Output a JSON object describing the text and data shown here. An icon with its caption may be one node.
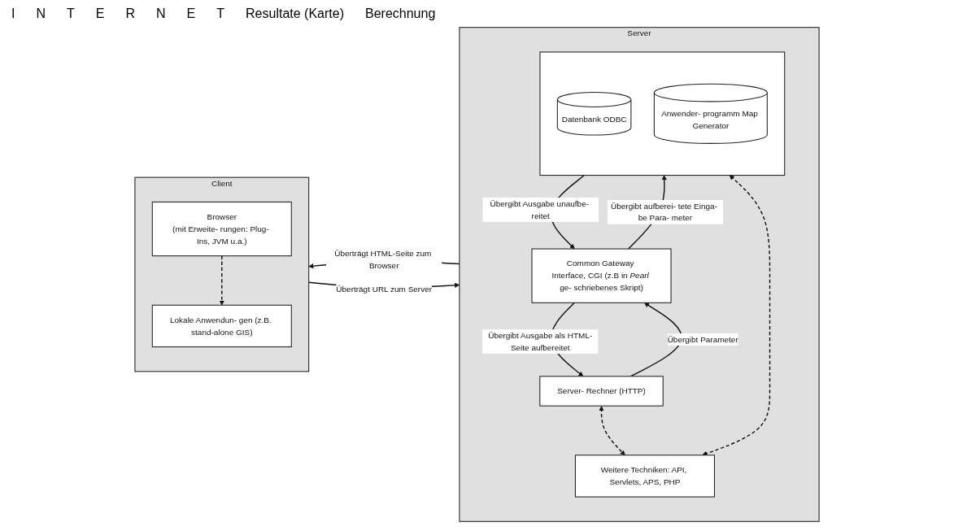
{
  "diagram": {
    "nodes": [
      {
        "text": [
          "Client"
        ]
      },
      {
        "text": [
          "Browser",
          "(mit Erweite- rungen: Plug- Ins, JVM u.a.)"
        ],
        "in": 0
      },
      {
        "text": [
          "Lokale Anwendun- gen (z.B. stand-alone GIS)"
        ],
        "in": 0
      },
      {
        "text": [
          "Server"
        ]
      },
      {
        "text": [
          "Server- Rechner (HTTP)"
        ],
        "in": 3
      },
      {
        "text": [
          "Common Gateway Interface, CGI (z.B in *Pearl* ge- schriebenes Skript)"
        ],
        "in": 3
      },
      {
        "text": [
          "Weitere Techniken: API, Servlets, APS, PHP"
        ],
        "in": 3
      },
      {
        "text": [],
        "shape": "box",
        "in": 3
      },
      {
        "text": [
          "Datenbank ODBC"
        ],
        "in": 7
      },
      {
        "text": [
          "Anwender- programm Map Generator"
        ],
        "in": 7
      }
    ],
    "edges": [
      {
        "from": 1,
        "to": 2,
        "arrow": "to",
        "style": "dashed"
      },
      {
        "from": 0,
        "to": 3,
        "arrow": "to",
        "label": "Überträgt URL zum Server"
      },
      {
        "from": 3,
        "to": 0,
        "arrow": "to",
        "label": "Überträgt HTML-Seite zum Browser"
      },
      {
        "from": 4,
        "to": 5,
        "arrow": "to",
        "label": "Übergibt Parameter"
      },
      {
        "from": 5,
        "to": 4,
        "arrow": "to",
        "label": "Übergibt Ausgabe als HTML-Seite aufbereitet"
      },
      {
        "from": 7,
        "to": 5,
        "arrow": "to",
        "label": "Übergibt Ausgabe unaufbe- reitet"
      },
      {
        "from": 5,
        "to": 7,
        "arrow": "to",
        "label": "Übergibt aufberei- tete Einga- be Para- meter"
      },
      {
        "from": 4,
        "to": 6,
        "arrow": "both",
        "style": "dashed"
      },
      {
        "from": 6,
        "to": 7,
        "arrow": "both",
        "style": "dashed"
      }
    ],
    "labels": [
      "I",
      "N",
      "T",
      "E",
      "R",
      "N",
      "E",
      "T",
      "Resultate (Karte)",
      "Berechnung"
    ]
  }
}
